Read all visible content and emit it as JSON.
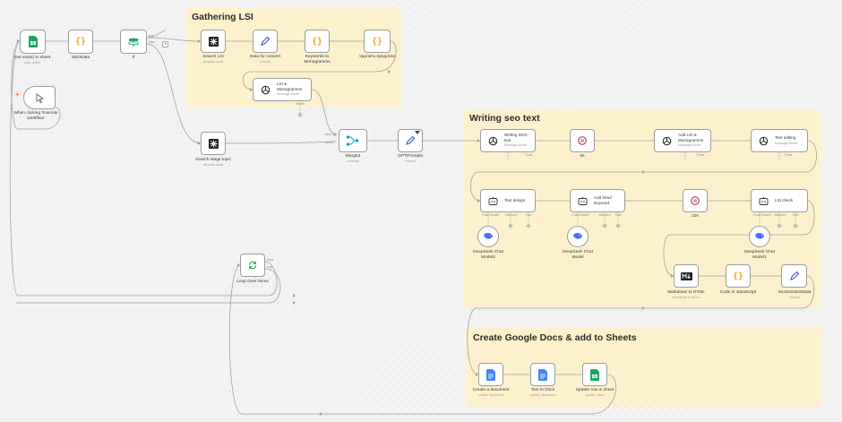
{
  "groups": {
    "gathering": {
      "title": "Gathering LSI"
    },
    "writing": {
      "title": "Writing seo text"
    },
    "docs": {
      "title": "Create Google Docs & add to Sheets"
    }
  },
  "nodes": {
    "get_rows": {
      "title": "Get row(s) in sheet",
      "subtitle": "read: sheet"
    },
    "seodata": {
      "title": "SEOData"
    },
    "if": {
      "title": "If",
      "true_label": "true",
      "false_label": "false"
    },
    "trigger": {
      "title": "When clicking 'Execute workflow'"
    },
    "search_lsi": {
      "title": "Search LSI",
      "subtitle": "serpstat: scrut"
    },
    "data_convert": {
      "title": "Data for convert",
      "subtitle": "manual"
    },
    "keywords_mono": {
      "title": "Keywords to Monogramms"
    },
    "remove_prepositions": {
      "title": "Удалить предлоги"
    },
    "lsi_mono": {
      "title": "LSI & Monogramms",
      "subtitle": "Message Model"
    },
    "search_stage": {
      "title": "Search stage topic",
      "subtitle": "serpstat: scrut"
    },
    "merge": {
      "title": "Merge3",
      "subtitle": "combine",
      "in1": "Input 1",
      "in2": "Input 2"
    },
    "gptprompts": {
      "title": "GPTPrompts",
      "subtitle": "manual"
    },
    "writing_seo": {
      "title": "Writing SEO-text",
      "subtitle": "Message Model"
    },
    "wait_5s": {
      "title": "5s"
    },
    "add_lsi": {
      "title": "Add LSI & Monogramms",
      "subtitle": "Message Model"
    },
    "text_editing": {
      "title": "Text editing",
      "subtitle": "Message Model"
    },
    "text_design": {
      "title": "Text design"
    },
    "add_head": {
      "title": "Add head keyword"
    },
    "wait_10s": {
      "title": "10s"
    },
    "lsi_check": {
      "title": "LSI check"
    },
    "ds1": {
      "title": "DeepSeek Chat Model2"
    },
    "ds2": {
      "title": "DeepSeek Chat Model"
    },
    "ds3": {
      "title": "DeepSeek Chat Model1"
    },
    "md_html": {
      "title": "Markdown to HTML",
      "subtitle": "Markdown to HTML"
    },
    "code_js": {
      "title": "Code in JavaScript"
    },
    "seo_section": {
      "title": "SeoSectionsData",
      "subtitle": "manual"
    },
    "loop": {
      "title": "Loop Over Items",
      "done_label": "done",
      "loop_label": "loop"
    },
    "create_doc": {
      "title": "Create a document",
      "subtitle": "create: document"
    },
    "text_docs": {
      "title": "Text to Docs",
      "subtitle": "update: document"
    },
    "update_row": {
      "title": "Update row in sheet",
      "subtitle": "update: sheet"
    }
  },
  "subports": {
    "model": "Chat Model*",
    "memory": "Memory",
    "tool": "Tool",
    "tools": "Tools",
    "model_short": "Model"
  },
  "colors": {
    "group_bg": "#fdf1cd",
    "wire": "#9c9c9c",
    "sheets_green": "#1fa463",
    "docs_blue": "#4285f4",
    "code_orange": "#f0a023",
    "wait_red": "#b41d4a",
    "loop_green": "#3aa757",
    "deepseek_blue": "#4d6bfe",
    "if_green": "#2d9c6a",
    "edit_blue": "#3b4fd8"
  }
}
